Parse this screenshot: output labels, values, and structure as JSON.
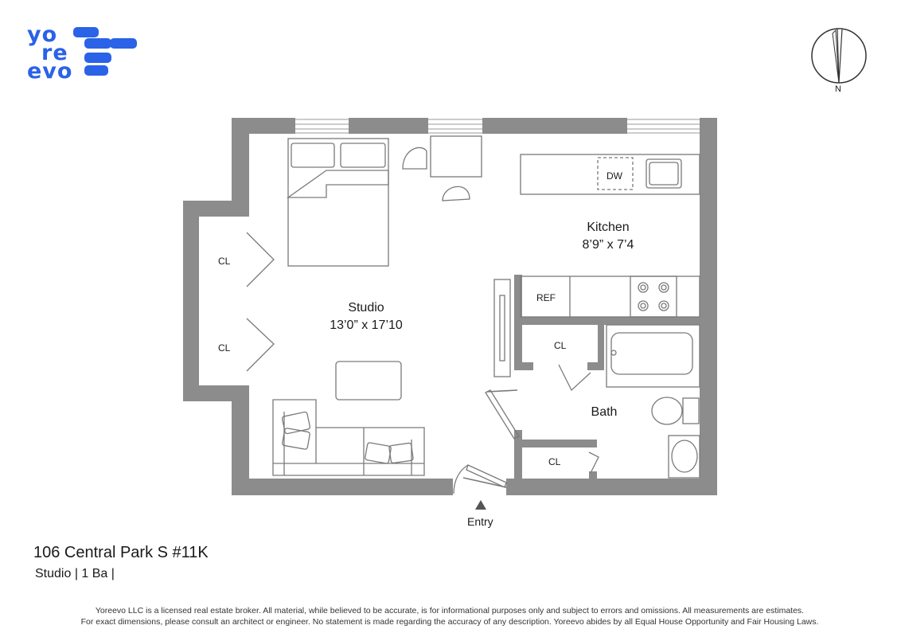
{
  "brand": {
    "logo_lines": [
      "yo",
      "re",
      "evo"
    ],
    "color": "#2a62e8"
  },
  "compass": {
    "north_label": "N"
  },
  "rooms": {
    "studio_name": "Studio",
    "studio_dims": "13’0” x 17’10",
    "kitchen_name": "Kitchen",
    "kitchen_dims": "8’9” x 7’4",
    "bath_name": "Bath",
    "closet_left_top": "CL",
    "closet_left_bottom": "CL",
    "closet_bath_top": "CL",
    "closet_bath_bottom": "CL",
    "dishwasher": "DW",
    "refrigerator": "REF",
    "entry": "Entry"
  },
  "listing": {
    "address": "106 Central Park S #11K",
    "summary": "Studio | 1 Ba |"
  },
  "disclaimer": {
    "line1": "Yoreevo LLC is a licensed real estate broker. All material, while believed to be accurate, is for informational purposes only and subject to errors and omissions. All measurements are estimates.",
    "line2": "For exact dimensions, please consult an architect or engineer. No statement is made regarding the accuracy of any description. Yoreevo abides by all Equal House Opportunity and Fair Housing Laws."
  },
  "colors": {
    "wall": "#8c8c8c",
    "fixture_line": "#7a7a7a"
  }
}
